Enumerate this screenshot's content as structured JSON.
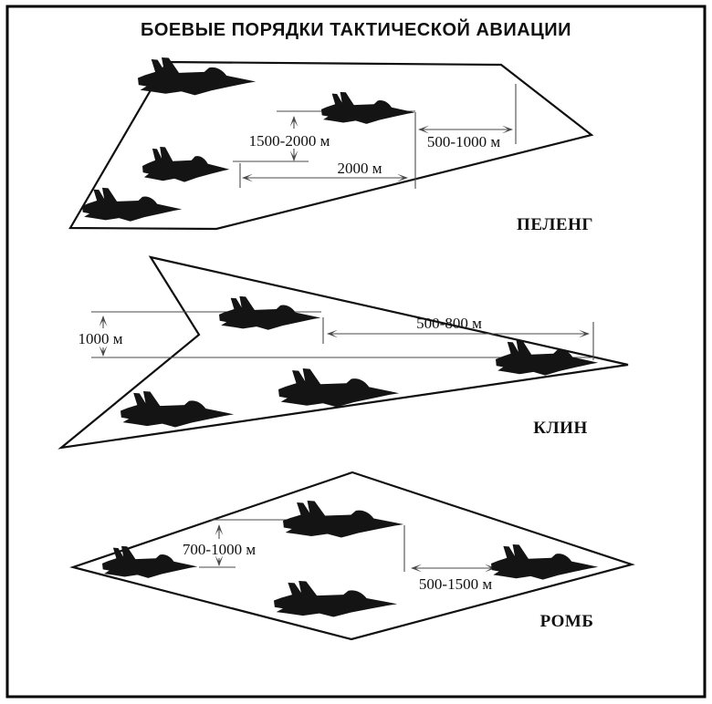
{
  "title": "БОЕВЫЕ ПОРЯДКИ ТАКТИЧЕСКОЙ АВИАЦИИ",
  "formations": [
    {
      "name": "ПЕЛЕНГ",
      "aircraft_count": 4,
      "dimensions": {
        "pair_depth": "1500-2000 м",
        "column_depth": "2000 м",
        "lateral_interval": "500-1000 м"
      }
    },
    {
      "name": "КЛИН",
      "aircraft_count": 4,
      "dimensions": {
        "altitude_separation": "1000 м",
        "depth_interval": "500-800 м"
      }
    },
    {
      "name": "РОМБ",
      "aircraft_count": 4,
      "dimensions": {
        "vertical_separation": "700-1000 м",
        "lateral_interval": "500-1500 м"
      }
    }
  ],
  "colors": {
    "ink": "#101010",
    "measure_line": "#4a4a4a",
    "jet_silhouette": "#141414",
    "background": "#ffffff"
  }
}
